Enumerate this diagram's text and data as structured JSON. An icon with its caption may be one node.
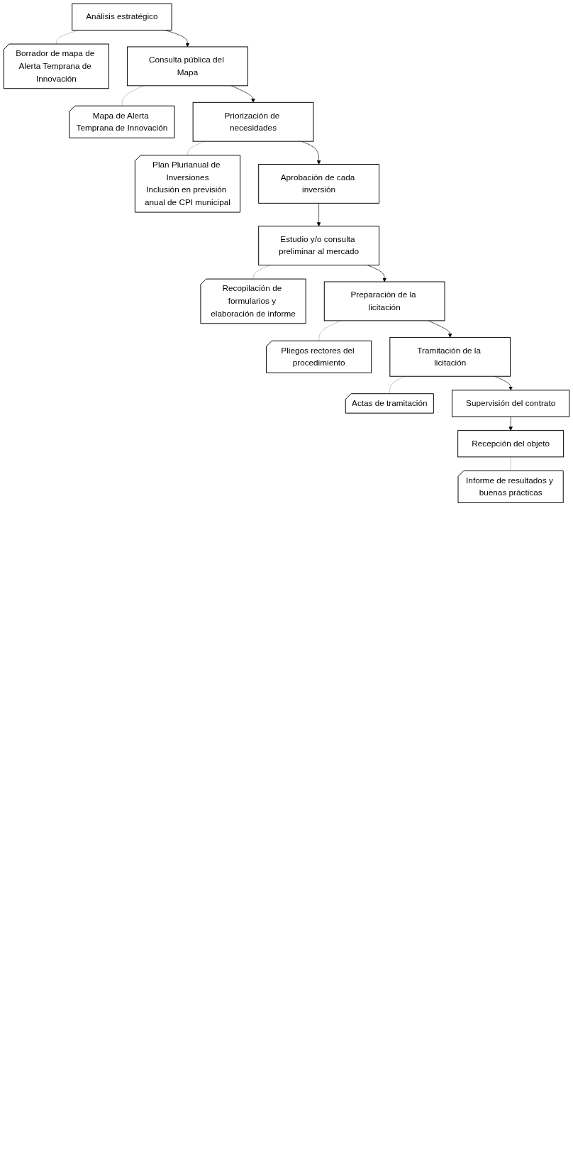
{
  "diagram": {
    "nodes": [
      {
        "text": [
          "Análisis estratégico"
        ]
      },
      {
        "text": [
          "Borrador de mapa de Alerta Temprana de Innovación"
        ]
      },
      {
        "text": [
          "Consulta pública del Mapa"
        ]
      },
      {
        "text": [
          "Mapa de Alerta Temprana de Innovación"
        ]
      },
      {
        "text": [
          "Priorización de necesidades"
        ]
      },
      {
        "text": [
          "Plan Plurianual de Inversiones",
          "Inclusión en previsión anual de CPI municipal"
        ]
      },
      {
        "text": [
          "Aprobación de cada inversión"
        ]
      },
      {
        "text": [
          "Estudio y/o consulta preliminar al mercado"
        ]
      },
      {
        "text": [
          "Recopilación de formularios y elaboración de informe"
        ]
      },
      {
        "text": [
          "Preparación de la licitación"
        ]
      },
      {
        "text": [
          "Pliegos rectores del procedimiento"
        ]
      },
      {
        "text": [
          "Tramitación de la licitación"
        ]
      },
      {
        "text": [
          "Actas de tramitación"
        ]
      },
      {
        "text": [
          "Supervisión del contrato"
        ]
      },
      {
        "text": [
          "Recepción del objeto"
        ]
      },
      {
        "text": [
          "Informe de resultados y buenas prácticas"
        ]
      }
    ],
    "edges": [
      {
        "from": 0,
        "to": 1,
        "arrow": "none",
        "color": "#a6a6a6"
      },
      {
        "from": 0,
        "to": 2,
        "arrow": "to"
      },
      {
        "from": 2,
        "to": 3,
        "arrow": "none",
        "color": "#a6a6a6"
      },
      {
        "from": 2,
        "to": 4,
        "arrow": "to"
      },
      {
        "from": 4,
        "to": 5,
        "arrow": "none",
        "color": "#a6a6a6"
      },
      {
        "from": 4,
        "to": 6,
        "arrow": "to"
      },
      {
        "from": 6,
        "to": 7,
        "arrow": "to"
      },
      {
        "from": 7,
        "to": 8,
        "arrow": "none",
        "color": "#a6a6a6"
      },
      {
        "from": 7,
        "to": 9,
        "arrow": "to"
      },
      {
        "from": 9,
        "to": 10,
        "arrow": "none",
        "color": "#a6a6a6"
      },
      {
        "from": 9,
        "to": 11,
        "arrow": "to"
      },
      {
        "from": 11,
        "to": 12,
        "arrow": "none",
        "color": "#a6a6a6"
      },
      {
        "from": 11,
        "to": 13,
        "arrow": "to"
      },
      {
        "from": 13,
        "to": 14,
        "arrow": "to"
      },
      {
        "from": 14,
        "to": 15,
        "arrow": "none",
        "color": "#a6a6a6"
      }
    ]
  }
}
